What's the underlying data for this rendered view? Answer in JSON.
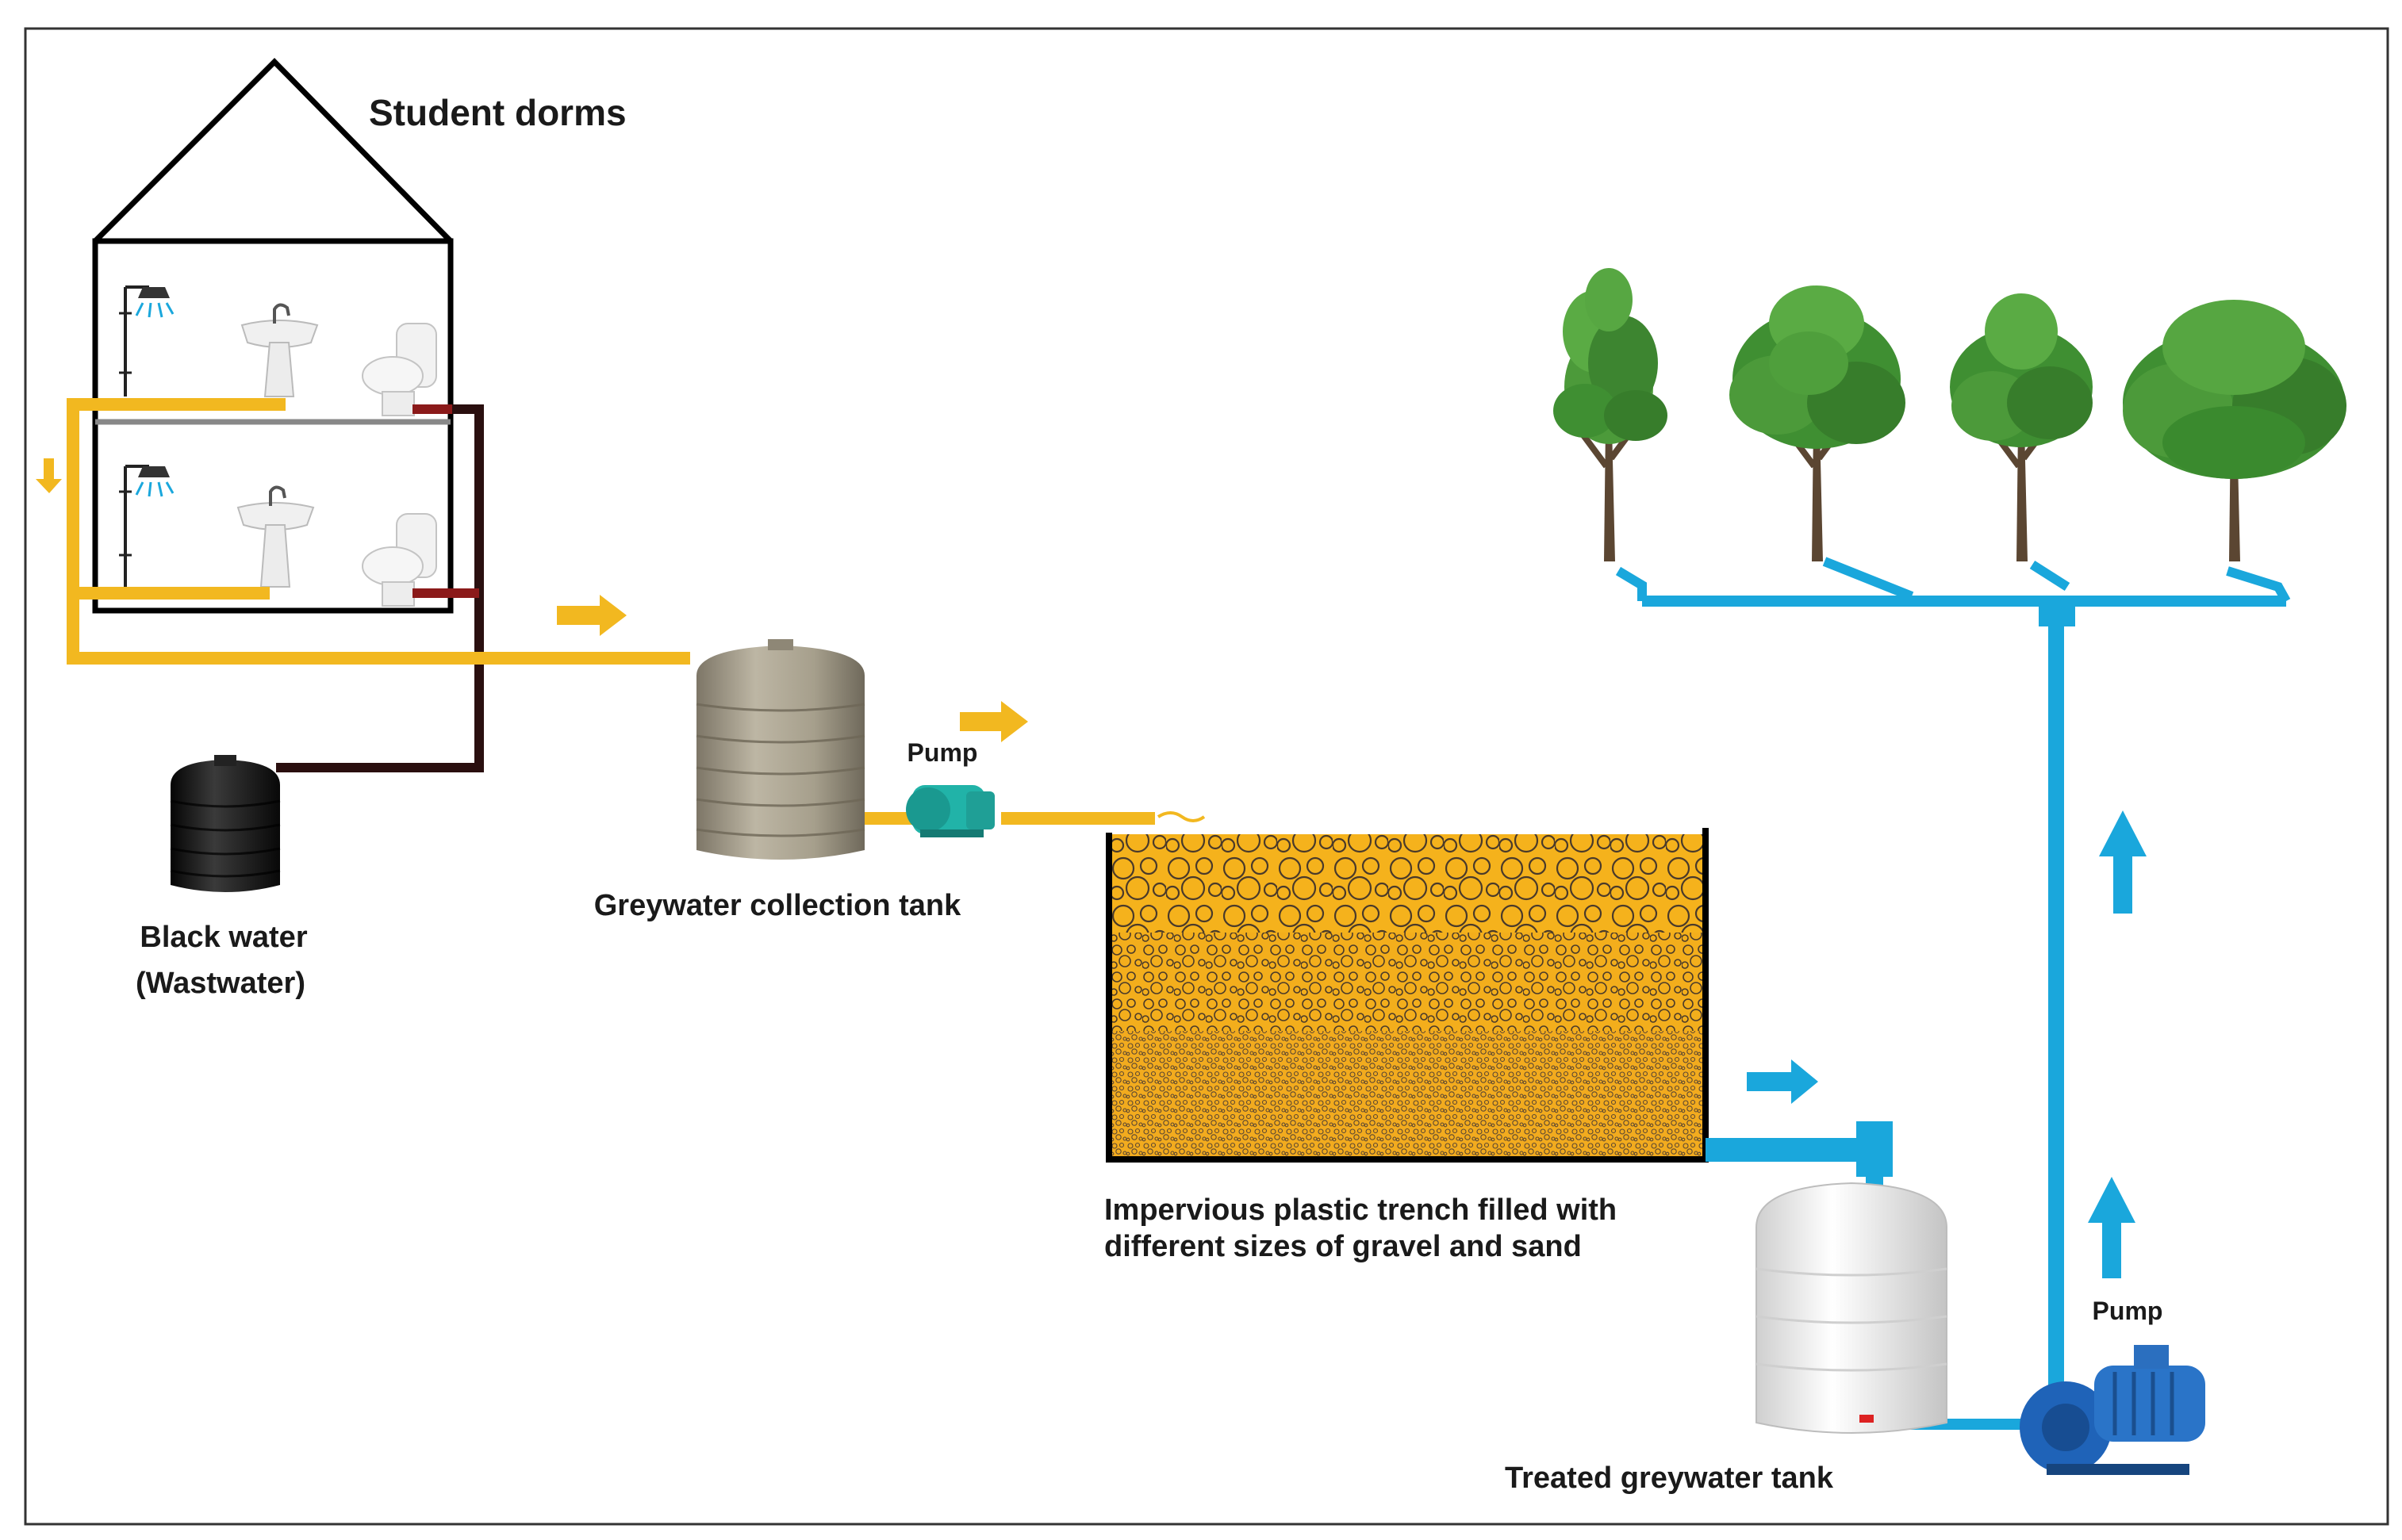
{
  "labels": {
    "dorms": "Student dorms",
    "black_water_line1": "Black water",
    "black_water_line2": "(Wastwater)",
    "collection_tank": "Greywater collection tank",
    "pump1": "Pump",
    "trench_line1": "Impervious plastic trench filled with",
    "trench_line2": "different sizes of gravel and sand",
    "pump2": "Pump",
    "treated_tank": "Treated greywater tank"
  },
  "colors": {
    "greywater": "#f2b820",
    "treated": "#1aa7dc",
    "blackwater": "#2a0f0f",
    "blackwater_drain": "#8b1a1a",
    "gravel": "#f5b21c",
    "collection_tank": "#a79f8c",
    "black_tank": "#1a1a1a",
    "treated_tank": "#f4f4f4",
    "pump_teal": "#21b3a8",
    "pump_blue": "#1f63b8",
    "tree_green": "#3f8f32"
  },
  "icons": [
    "shower-icon",
    "sink-icon",
    "toilet-icon",
    "tank-icon",
    "pump-icon",
    "tree-icon",
    "flow-arrow-icon"
  ]
}
